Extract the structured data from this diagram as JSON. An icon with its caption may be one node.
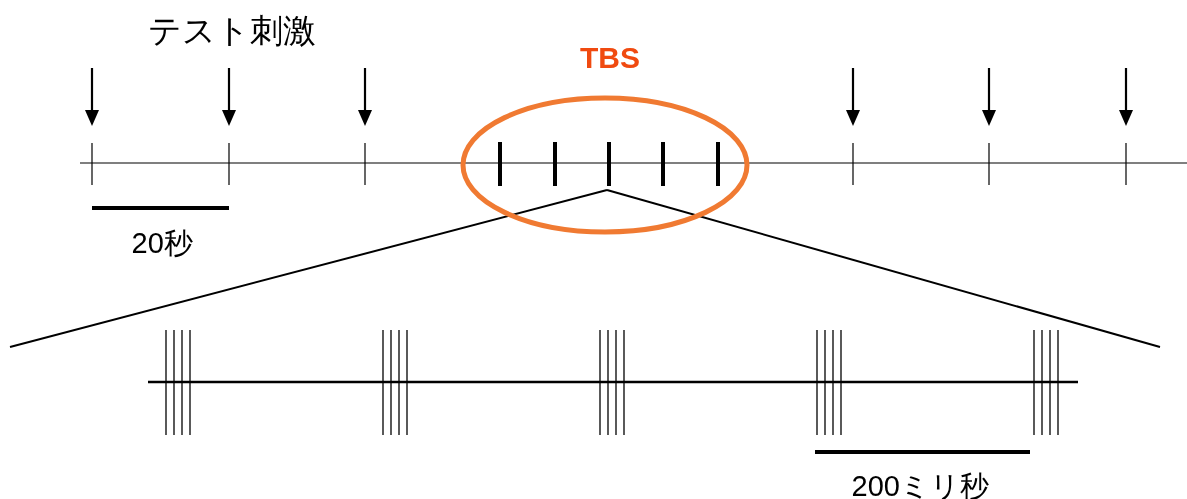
{
  "diagram": {
    "nodes": [
      {
        "text": [
          "TBS"
        ]
      }
    ],
    "edges": [],
    "labels": [
      "テスト刺激",
      "20秒",
      "200ミリ秒"
    ]
  }
}
